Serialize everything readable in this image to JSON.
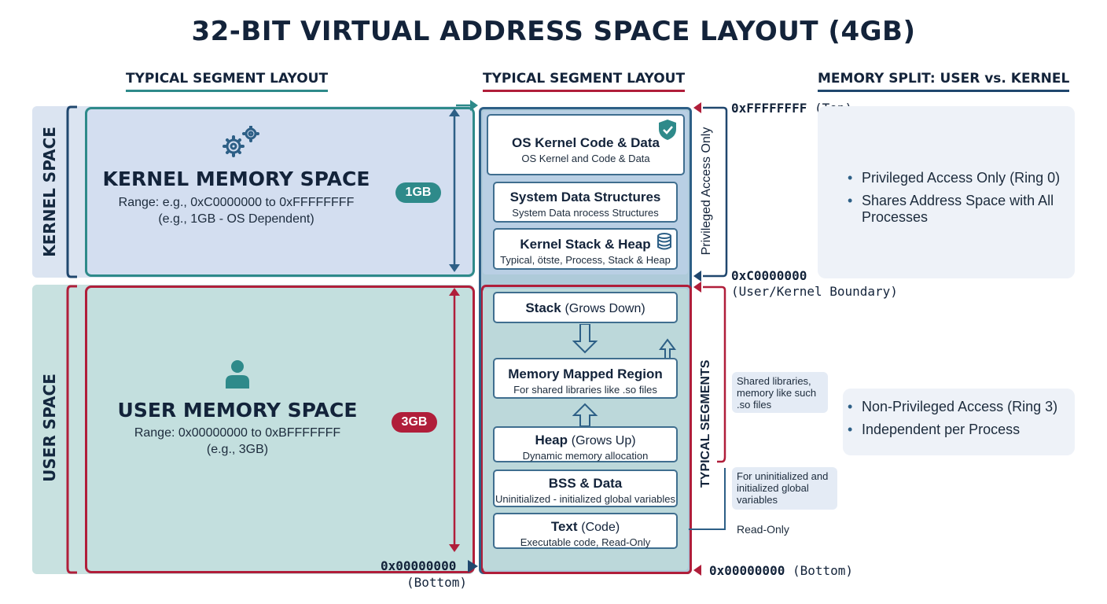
{
  "title": "32-BIT VIRTUAL ADDRESS SPACE LAYOUT (4GB)",
  "column_headers": {
    "left": "TYPICAL SEGMENT LAYOUT",
    "middle": "TYPICAL SEGMENT LAYOUT",
    "right": "MEMORY SPLIT: USER vs. KERNEL"
  },
  "kernel": {
    "side_label": "KERNEL SPACE",
    "title": "KERNEL MEMORY SPACE",
    "range": "Range: e.g., 0xC0000000 to 0xFFFFFFFF",
    "note": "(e.g., 1GB - OS Dependent)",
    "size_badge": "1GB",
    "vertical_label": "Privileged Access Only",
    "bullets": [
      "Privileged Access Only (Ring 0)",
      "Shares Address Space with All Processes"
    ]
  },
  "user": {
    "side_label": "USER SPACE",
    "title": "USER MEMORY SPACE",
    "range": "Range: 0x00000000 to 0xBFFFFFFF",
    "note": "(e.g., 3GB)",
    "size_badge": "3GB",
    "vertical_label": "TYPICAL SEGMENTS",
    "bullets": [
      "Non-Privileged Access (Ring 3)",
      "Independent per Process"
    ]
  },
  "segments": {
    "kernel_code": {
      "title": "OS Kernel Code & Data",
      "sub": "OS Kernel and Code & Data"
    },
    "system_data": {
      "title": "System Data Structures",
      "sub": "System Data nrocess Structures"
    },
    "kernel_stack": {
      "title": "Kernel Stack & Heap",
      "sub": "Typical, ötste, Process, Stack & Heap"
    },
    "stack": {
      "title": "Stack",
      "title_note": "(Grows Down)"
    },
    "mmap": {
      "title": "Memory Mapped Region",
      "sub": "For shared libraries like .so files"
    },
    "heap": {
      "title": "Heap",
      "title_note": "(Grows Up)",
      "sub": "Dynamic memory allocation"
    },
    "bss": {
      "title": "BSS & Data",
      "sub": "Uninitialized - initialized global variables"
    },
    "text": {
      "title": "Text",
      "title_note": "(Code)",
      "sub": "Executable code, Read-Only"
    }
  },
  "addresses": {
    "top_value": "0xFFFFFFFF",
    "top_note": "(Top)",
    "boundary_value": "0xC0000000",
    "boundary_note": "(User/Kernel Boundary)",
    "bottom_right_value": "0x00000000",
    "bottom_right_note": "(Bottom)",
    "bottom_left_value": "0x00000000",
    "bottom_left_note": "(Bottom)"
  },
  "notes": {
    "shared_libs": "Shared libraries, memory like such .so files",
    "uninit": "For uninitialized and initialized global variables",
    "read_only": "Read-Only"
  },
  "colors": {
    "kernel": "#2e8a8a",
    "user": "#b01e3a",
    "stack": "#2d5f86"
  },
  "icons": [
    "gears-icon",
    "user-icon",
    "shield-icon",
    "database-icon"
  ]
}
